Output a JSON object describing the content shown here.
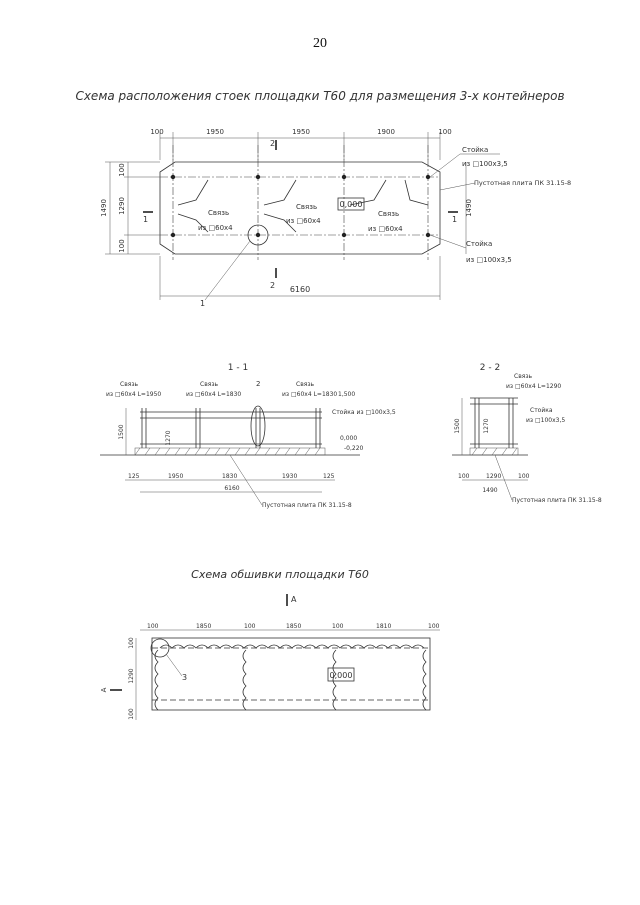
{
  "page_number": "20",
  "plan": {
    "title": "Схема расположения стоек площадки Т60 для размещения 3-х контейнеров",
    "top_dims": [
      "100",
      "1950",
      "1950",
      "1900",
      "100"
    ],
    "left_dims": [
      "100",
      "1290",
      "1490",
      "100"
    ],
    "right_dims": [
      "1490"
    ],
    "bottom_dim": "6160",
    "callouts": {
      "stoika_top": "Стойка",
      "stoika_top_mat": "из □100х3,5",
      "plate": "Пустотная плита ПК 31.15-8",
      "sv1": "Связь",
      "sv1_mat": "из □60х4",
      "sv2": "Связь",
      "sv2_mat": "из □60х4",
      "sv3": "Связь",
      "sv3_mat": "из □60х4",
      "stoika_bot": "Стойка",
      "stoika_bot_mat": "из □100х3,5",
      "level": "0,000",
      "sec22": "2",
      "sec11": "1",
      "node": "1"
    }
  },
  "section11": {
    "title": "1 - 1",
    "labels": {
      "sv_a": "Связь",
      "sv_a_mat": "из □60х4 L=1950",
      "sv_b": "Связь",
      "sv_b_mat": "из □60х4 L=1830",
      "sv_c": "Связь",
      "sv_c_mat": "из □60х4 L=1830",
      "node": "2",
      "lvl_top": "1,500",
      "stoika": "Стойка из □100х3,5",
      "lvl_zero": "0,000",
      "lvl_bot": "-0,220",
      "plate": "Пустотная плита ПК 31.15-8",
      "height": "1500",
      "inner": "1270"
    },
    "dims": [
      "125",
      "1950",
      "1830",
      "1930",
      "125"
    ],
    "total": "6160"
  },
  "section22": {
    "title": "2 - 2",
    "labels": {
      "sv": "Связь",
      "sv_mat": "из □60х4 L=1290",
      "stoika": "Стойка",
      "stoika_mat": "из □100х3,5",
      "plate": "Пустотная плита ПК 31.15-8",
      "height": "1500",
      "inner": "1270"
    },
    "dims": [
      "100",
      "1290",
      "100"
    ],
    "total": "1490"
  },
  "sheathing": {
    "title": "Схема обшивки площадки Т60",
    "top_dims": [
      "100",
      "1850",
      "100",
      "1850",
      "100",
      "1810",
      "100"
    ],
    "left_dims": [
      "100",
      "1290",
      "100"
    ],
    "level": "0,000",
    "section_a": "A",
    "node": "3"
  }
}
